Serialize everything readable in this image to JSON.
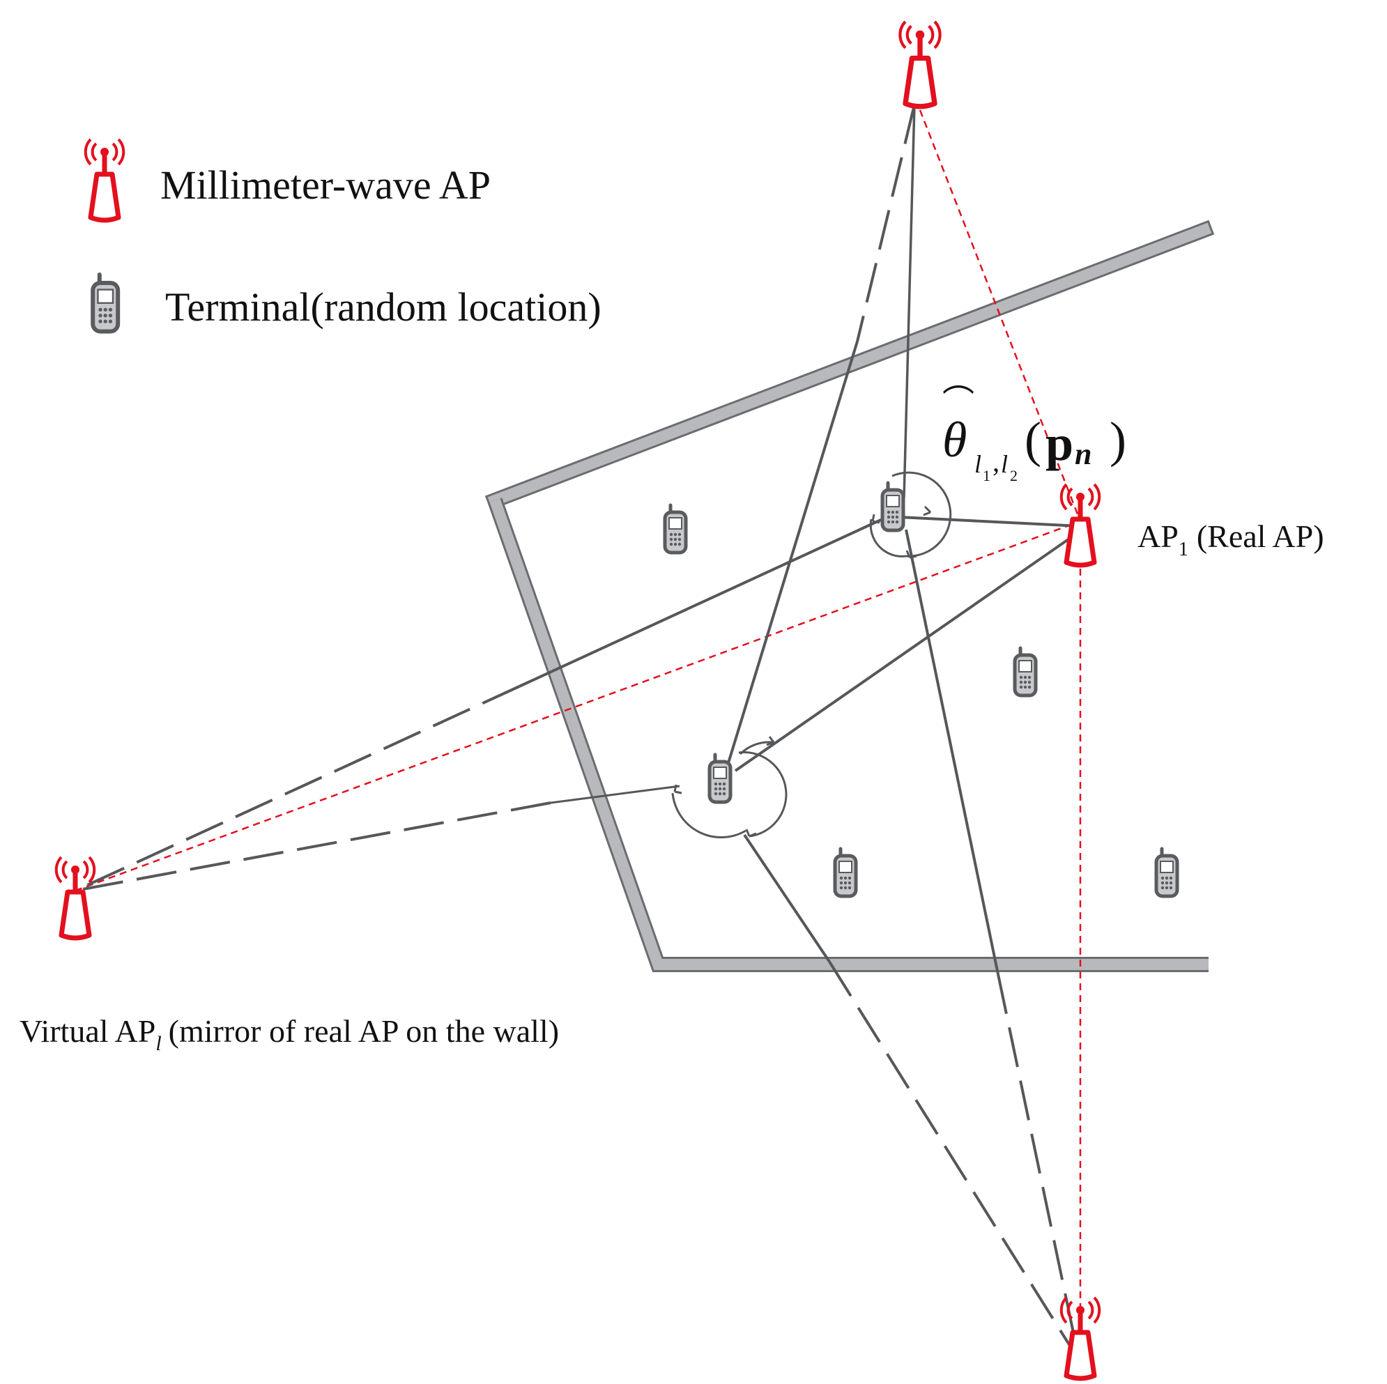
{
  "legend": {
    "ap_label": "Millimeter-wave AP",
    "terminal_label": "Terminal(random location)"
  },
  "labels": {
    "real_ap_base": "AP",
    "real_ap_sub": "1",
    "real_ap_suffix": "(Real AP)",
    "virtual_ap_prefix": "Virtual AP",
    "virtual_ap_sub": "l",
    "virtual_ap_suffix": "(mirror of real AP on the wall)"
  },
  "angle_label": {
    "symbol": "θ",
    "hat": "⌒",
    "sub1": "l",
    "sub1_idx": "1",
    "comma": ",",
    "sub2": "l",
    "sub2_idx": "2",
    "open": "(",
    "p": "p",
    "n": "n",
    "close": ")"
  },
  "colors": {
    "ap": "#e3101e",
    "wall": "#b8b9bc",
    "wall_edge": "#6b6c6f",
    "path": "#55575a",
    "dashed_red": "#e3101e",
    "terminal": "#5a5b5e"
  }
}
